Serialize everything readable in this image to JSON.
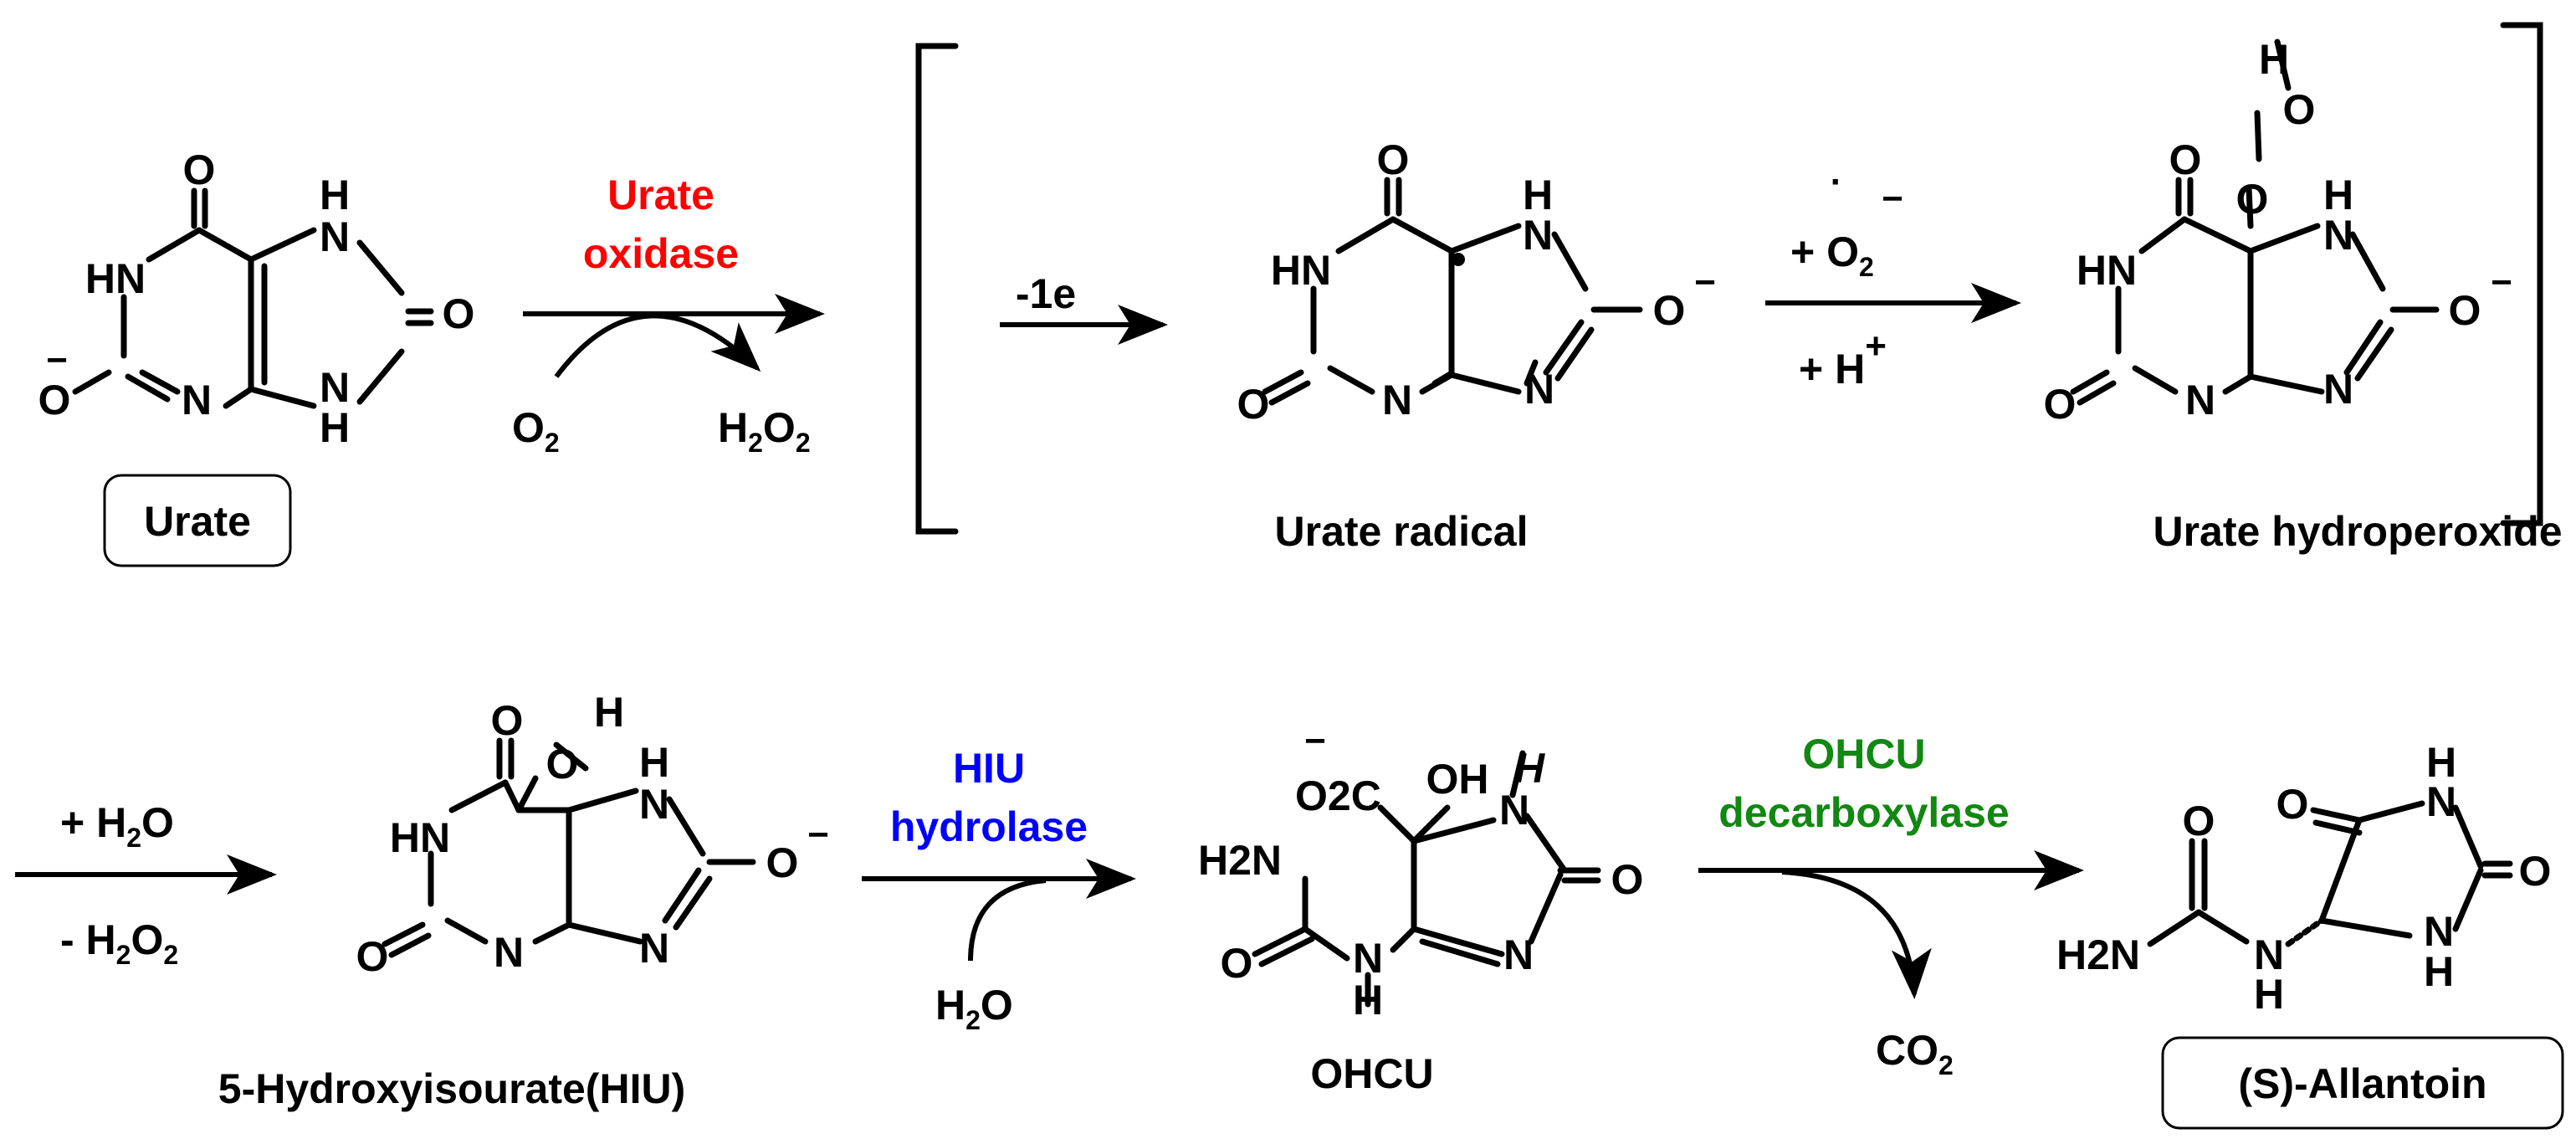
{
  "atoms": {
    "O": "O",
    "N": "N",
    "H": "H",
    "HN": "HN",
    "NH": "NH",
    "H2N": "H2N",
    "OH": "OH",
    "O2C": "O2C",
    "minus": "−",
    "plus": "+",
    "dot": "·"
  },
  "labels": {
    "urate": "Urate",
    "urate_radical": "Urate radical",
    "urate_hydroperoxide": "Urate hydroperoxide",
    "hiu": "5-Hydroxyisourate(HIU)",
    "ohcu": "OHCU",
    "allantoin": "(S)-Allantoin"
  },
  "enzymes": {
    "urate_oxidase_line1": "Urate",
    "urate_oxidase_line2": "oxidase",
    "hiu_hydrolase_line1": "HIU",
    "hiu_hydrolase_line2": "hydrolase",
    "ohcu_decarboxylase_line1": "OHCU",
    "ohcu_decarboxylase_line2": "decarboxylase"
  },
  "reagents": {
    "o2_base": "O",
    "o2_sub": "2",
    "h2o2_H": "H",
    "h2o2_2a": "2",
    "h2o2_O": "O",
    "h2o2_2b": "2",
    "minus_one_e": "-1e",
    "plus_o2_prefix": "+ O",
    "plus_o2_sub": "2",
    "plus_h": "+ H",
    "h_plus_sign": "+",
    "plus_h2o_prefix": "+ H",
    "plus_h2o_sub": "2",
    "plus_h2o_suffix": "O",
    "minus_h2o2_prefix": "- H",
    "minus_h2o2_sub1": "2",
    "minus_h2o2_mid": "O",
    "minus_h2o2_sub2": "2",
    "h2o_H": "H",
    "h2o_sub": "2",
    "h2o_O": "O",
    "co2_base": "CO",
    "co2_sub": "2"
  },
  "colors": {
    "urate_oxidase": "#ff0000",
    "hiu_hydrolase": "#0000ff",
    "ohcu_decarboxylase": "#118811"
  }
}
